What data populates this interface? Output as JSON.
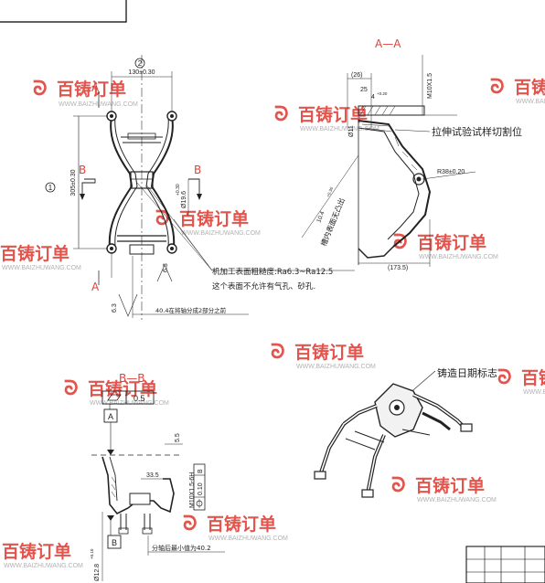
{
  "watermark": {
    "brand": "百铸订单",
    "url": "WWW.BAIZHUWANG.COM",
    "color": "#e0423a"
  },
  "front_view": {
    "label_a_top": "A",
    "label_a_bottom": "A",
    "label_b_left": "B",
    "label_b_right": "B",
    "balloon_top": "2",
    "balloon_left": "1",
    "dim_width": "130±0.30",
    "dim_height": "305±0.30",
    "dim_dia_a": "Ø19.6",
    "dim_dia_a_tol": "+0.30",
    "dim_63_right": "6.3",
    "dim_63_left": "6.3",
    "note_roughness": "机加工表面粗糙度:Ra6.3~Ra12.5",
    "note_no_defects": "这个表面不允许有气孔、砂孔.",
    "note_axis": "40.4在将轴分成2部分之前"
  },
  "section_aa": {
    "title": "A—A",
    "dim_26": "(26)",
    "dim_25": "25",
    "dim_4": "4",
    "dim_4_tol": "+0.20",
    "dim_thread": "M10X1.5",
    "dim_dia11": "Ø11",
    "dim_r38": "R38±0.20",
    "dim_104": "10.4",
    "dim_104_tol": "+0.30",
    "dim_1735": "(173.5)",
    "note_slot": "槽内表面无凸出",
    "note_tensile": "拉伸试验试样切割位"
  },
  "section_bb": {
    "title": "B—B",
    "flatness_value": "0.5",
    "datum_a": "A",
    "datum_b": "B",
    "dim_55": "5.5",
    "dim_335": "33.5",
    "dim_thread": "M10X1.5-6H",
    "position_tol": "0.10",
    "position_datum": "B",
    "dim_dia128": "Ø12.8",
    "dim_dia128_tol": "+0.10",
    "note_min": "分轴后最小值为40.2"
  },
  "iso_view": {
    "note_date": "铸造日期标志"
  }
}
